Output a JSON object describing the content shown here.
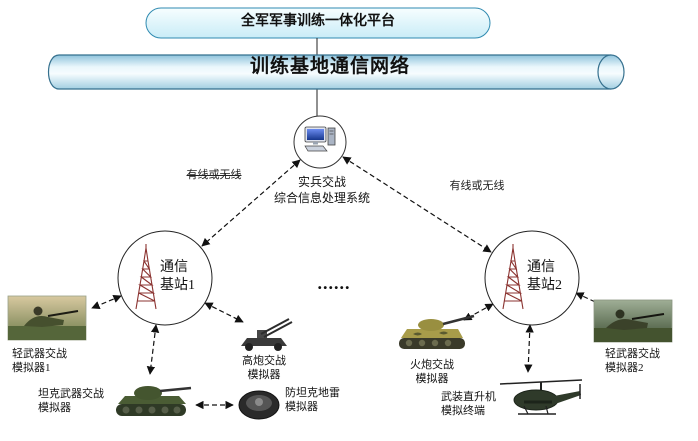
{
  "colors": {
    "cylinder_blue": "#a3cfe2",
    "platform_box_fill": "#dff6fb",
    "tower_maroon": "#8b3330",
    "line_black": "#111111"
  },
  "platform": {
    "title": "全军军事训练一体化平台"
  },
  "network": {
    "title": "训练基地通信网络"
  },
  "processing_system": {
    "line1": "实兵交战",
    "line2": "综合信息处理系统"
  },
  "links": {
    "left_label": "有线或无线",
    "right_label": "有线或无线"
  },
  "base_stations": {
    "bs1": {
      "line1": "通信",
      "line2": "基站1"
    },
    "bs2": {
      "line1": "通信",
      "line2": "基站2"
    }
  },
  "ellipsis": "......",
  "simulators": {
    "light_weapons_1": {
      "line1": "轻武器交战",
      "line2": "模拟器1"
    },
    "aa_gun": {
      "line1": "高炮交战",
      "line2": "模拟器"
    },
    "tank_weapons": {
      "line1": "坦克武器交战",
      "line2": "模拟器"
    },
    "at_mine": {
      "line1": "防坦克地雷",
      "line2": "模拟器"
    },
    "artillery": {
      "line1": "火炮交战",
      "line2": "模拟器"
    },
    "helicopter": {
      "line1": "武装直升机",
      "line2": "模拟终端"
    },
    "light_weapons_2": {
      "line1": "轻武器交战",
      "line2": "模拟器2"
    }
  }
}
